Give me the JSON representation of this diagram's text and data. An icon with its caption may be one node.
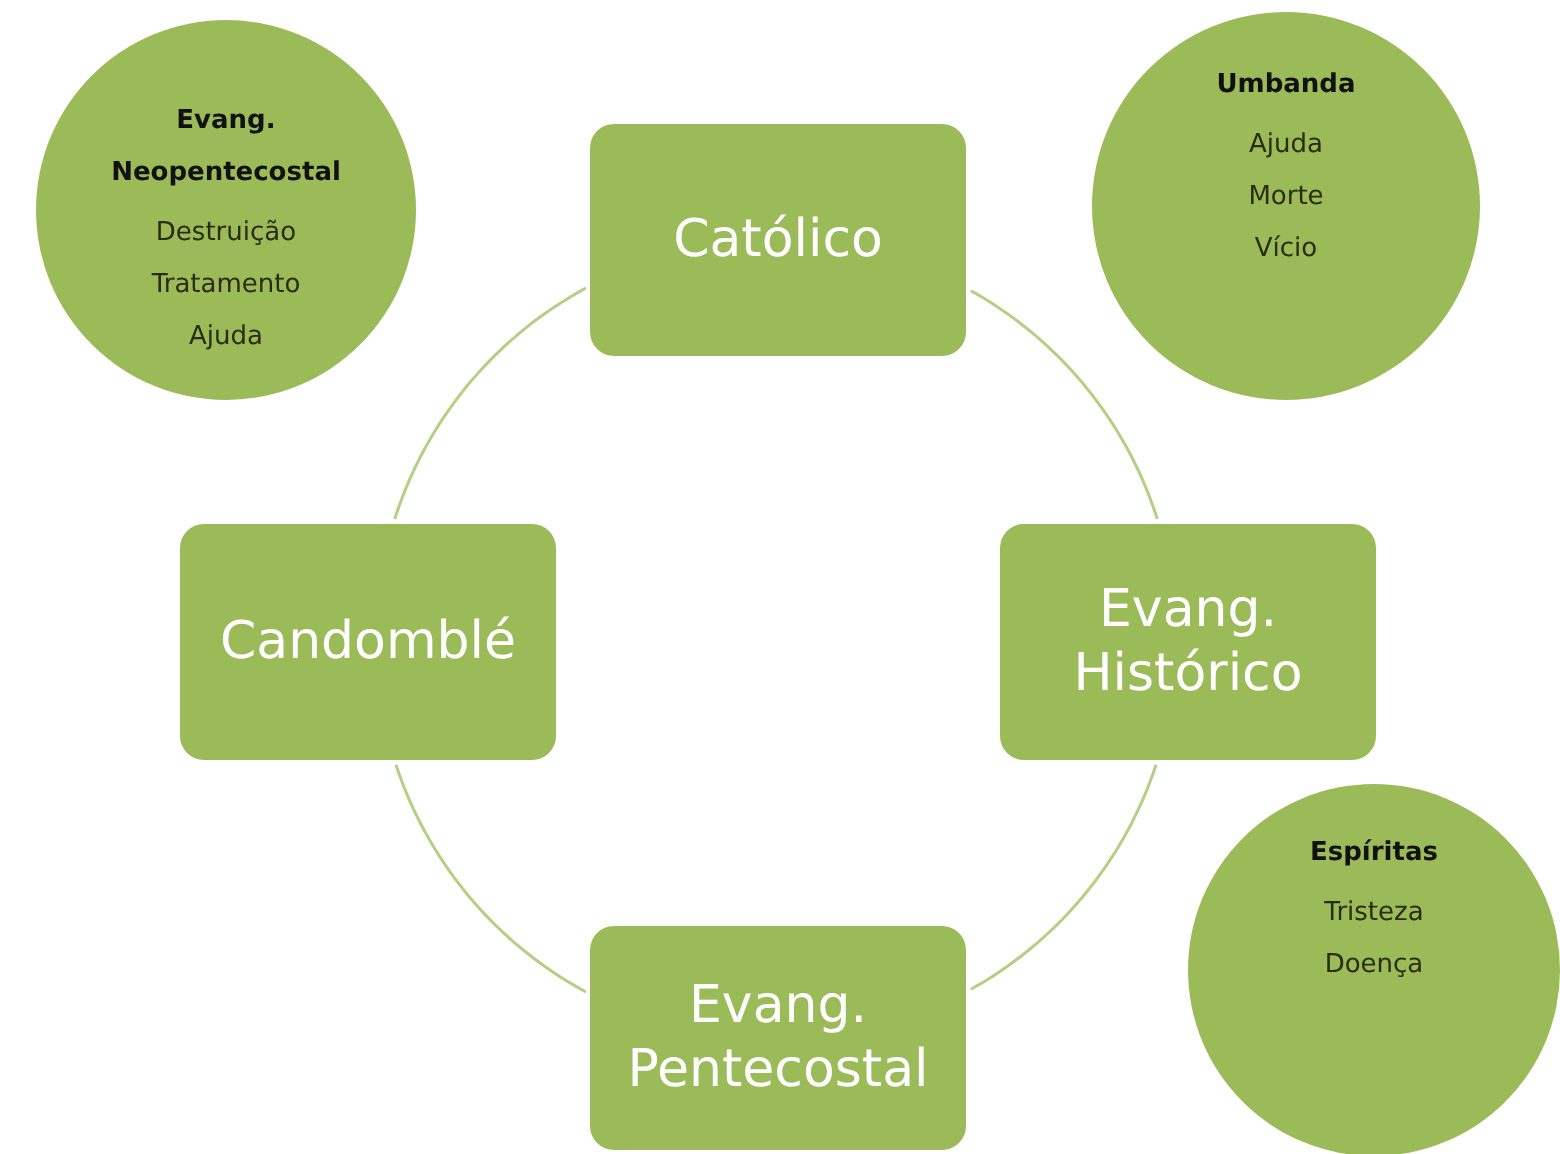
{
  "diagram": {
    "nodes": [
      {
        "text": [
          "Católico"
        ]
      },
      {
        "text": [
          "Evang. Histórico"
        ]
      },
      {
        "text": [
          "Evang. Pentecostal"
        ]
      },
      {
        "text": [
          "Candomblé"
        ]
      },
      {
        "text": [
          "Evang. Neopentecostal",
          "Destruição",
          "Tratamento",
          "Ajuda"
        ]
      },
      {
        "text": [
          "Umbanda",
          "Ajuda",
          "Morte",
          "Vício"
        ]
      },
      {
        "text": [
          "Espíritas",
          "Tristeza",
          "Doença"
        ]
      }
    ],
    "edges": [
      {
        "from": 0,
        "to": 1,
        "arrow": "none"
      },
      {
        "from": 1,
        "to": 2,
        "arrow": "none"
      },
      {
        "from": 2,
        "to": 3,
        "arrow": "none"
      },
      {
        "from": 3,
        "to": 0,
        "arrow": "none"
      }
    ]
  }
}
